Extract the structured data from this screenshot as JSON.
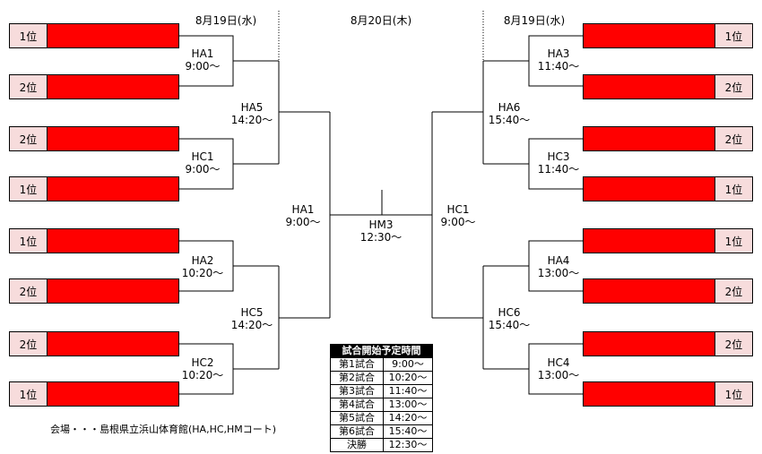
{
  "dates": {
    "left": "8月19日(水)",
    "center": "8月20日(木)",
    "right": "8月19日(水)"
  },
  "left_teams": [
    "1位",
    "2位",
    "2位",
    "1位",
    "1位",
    "2位",
    "2位",
    "1位"
  ],
  "right_teams": [
    "1位",
    "2位",
    "2位",
    "1位",
    "1位",
    "2位",
    "2位",
    "1位"
  ],
  "matches": {
    "l1": {
      "code": "HA1",
      "time": "9:00〜"
    },
    "l2": {
      "code": "HC1",
      "time": "9:00〜"
    },
    "l3": {
      "code": "HA2",
      "time": "10:20〜"
    },
    "l4": {
      "code": "HC2",
      "time": "10:20〜"
    },
    "l5": {
      "code": "HA5",
      "time": "14:20〜"
    },
    "l6": {
      "code": "HC5",
      "time": "14:20〜"
    },
    "l7": {
      "code": "HA1",
      "time": "9:00〜"
    },
    "r1": {
      "code": "HA3",
      "time": "11:40〜"
    },
    "r2": {
      "code": "HC3",
      "time": "11:40〜"
    },
    "r3": {
      "code": "HA4",
      "time": "13:00〜"
    },
    "r4": {
      "code": "HC4",
      "time": "13:00〜"
    },
    "r5": {
      "code": "HA6",
      "time": "15:40〜"
    },
    "r6": {
      "code": "HC6",
      "time": "15:40〜"
    },
    "r7": {
      "code": "HC1",
      "time": "9:00〜"
    },
    "final": {
      "code": "HM3",
      "time": "12:30〜"
    }
  },
  "schedule": {
    "title": "試合開始予定時間",
    "rows": [
      {
        "round": "第1試合",
        "time": "9:00〜"
      },
      {
        "round": "第2試合",
        "time": "10:20〜"
      },
      {
        "round": "第3試合",
        "time": "11:40〜"
      },
      {
        "round": "第4試合",
        "time": "13:00〜"
      },
      {
        "round": "第5試合",
        "time": "14:20〜"
      },
      {
        "round": "第6試合",
        "time": "15:40〜"
      },
      {
        "round": "決勝",
        "time": "12:30〜"
      }
    ]
  },
  "venue": "会場・・・島根県立浜山体育館(HA,HC,HMコート)"
}
